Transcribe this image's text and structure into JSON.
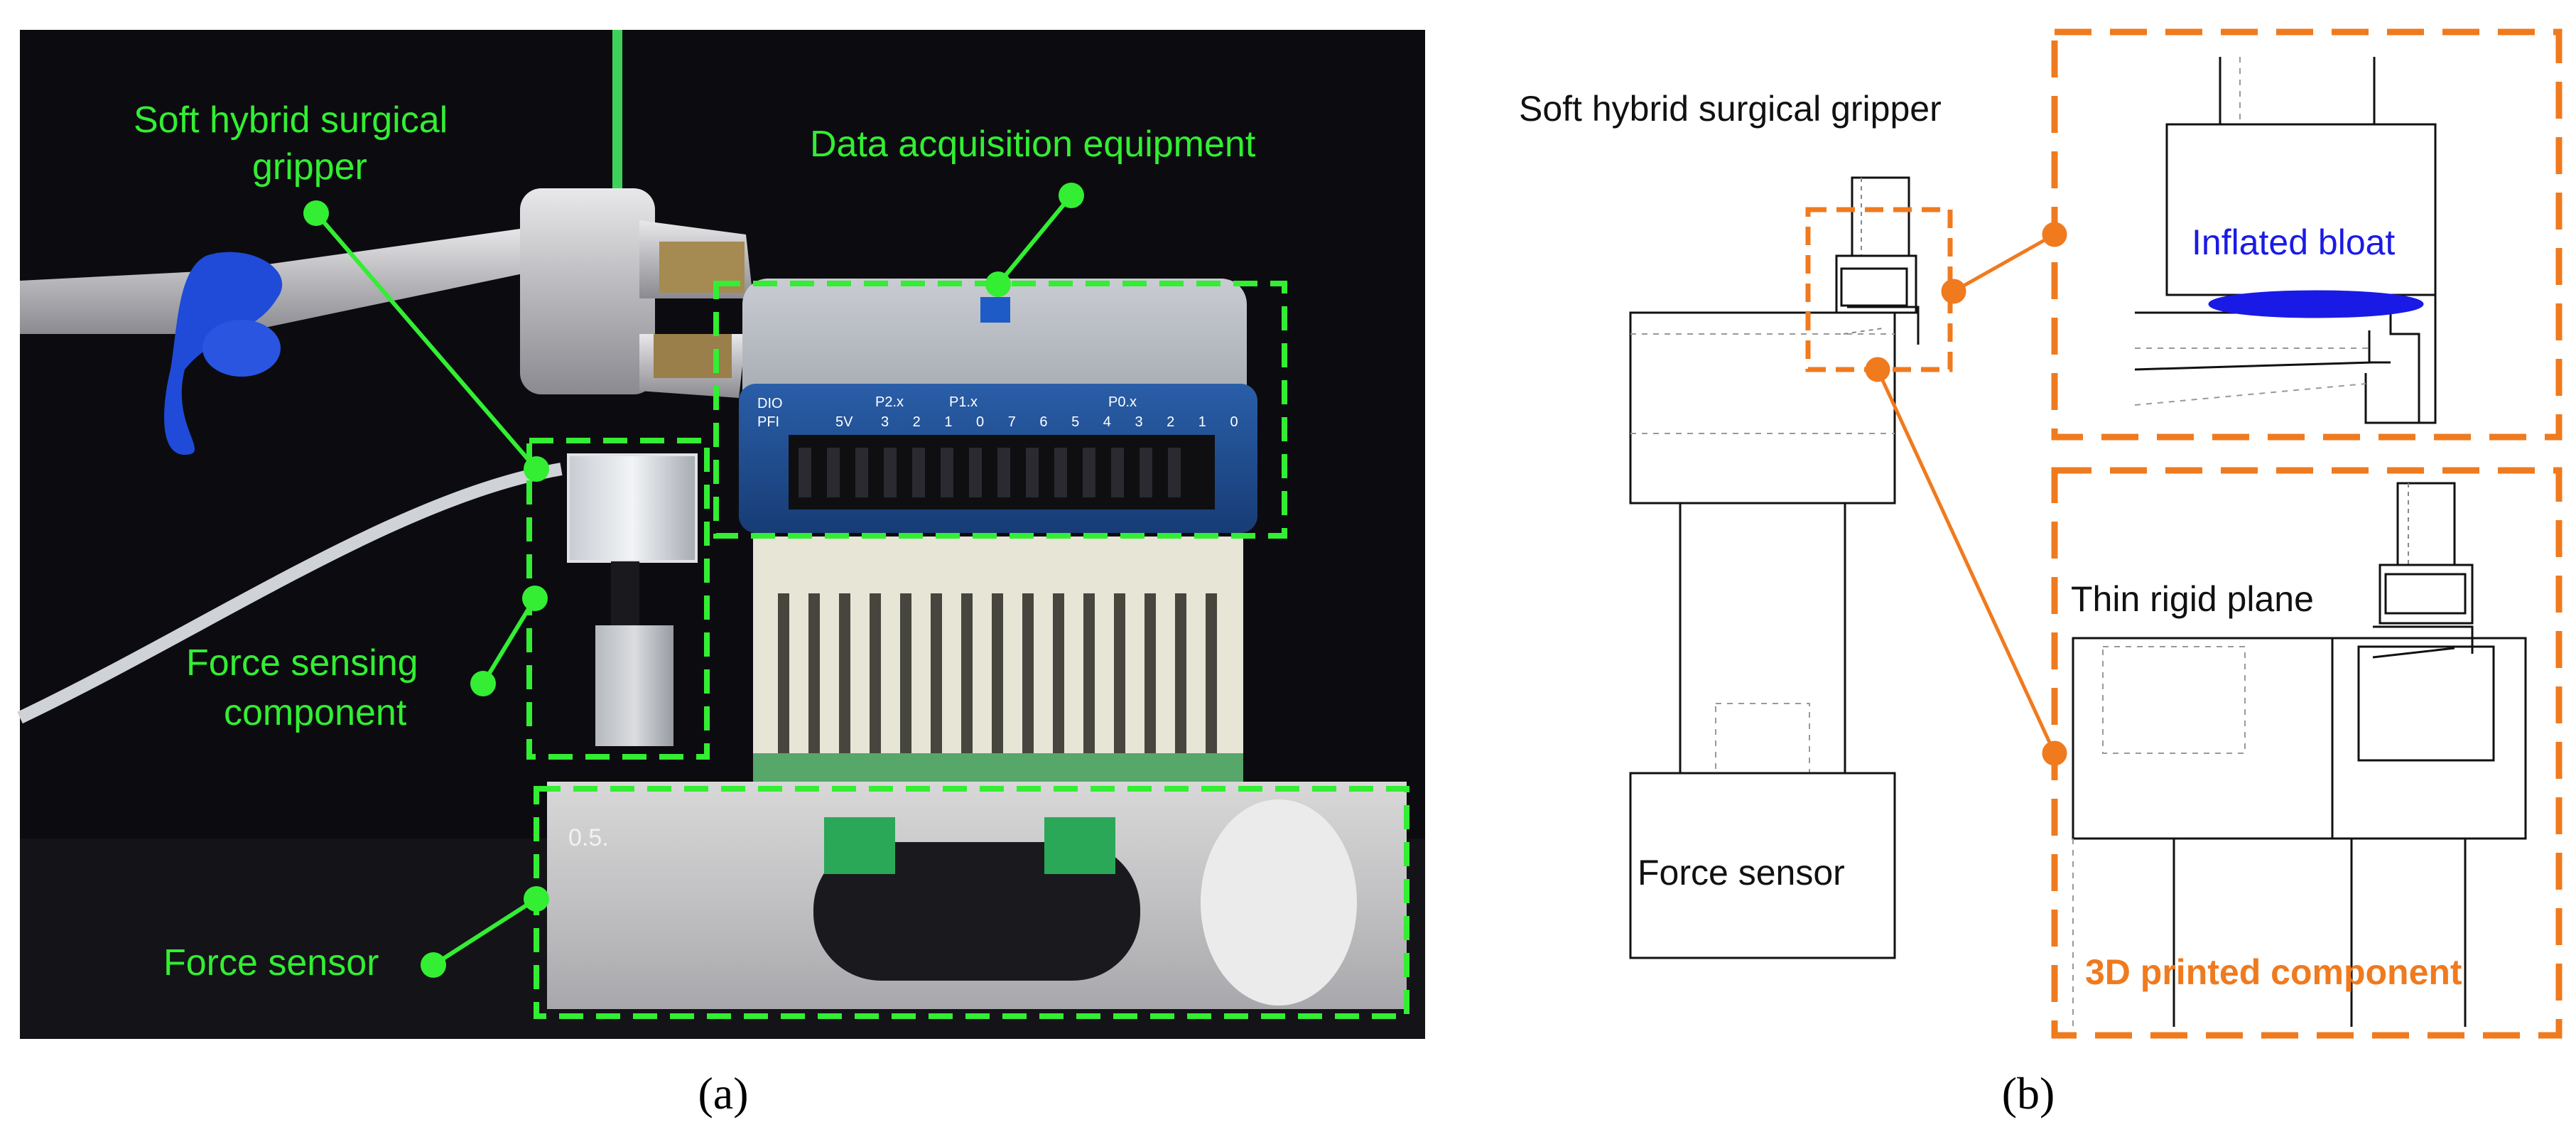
{
  "panel_a": {
    "label": "(a)",
    "callouts": {
      "gripper_line1": "Soft hybrid surgical",
      "gripper_line2": "gripper",
      "daq": "Data acquisition equipment",
      "force_sensing_line1": "Force sensing",
      "force_sensing_line2": "component",
      "force_sensor": "Force sensor"
    },
    "photo_marks": {
      "daq_header_left": "DIO",
      "daq_header_pfi": "PFI",
      "daq_p2": "P2.x",
      "daq_p1": "P1.x",
      "daq_p0": "P0.x",
      "daq_5v": "5V",
      "daq_pin_numbers": "3 2 1 0 7 6 5 4 3 2 1 0",
      "sensor_marking": "0.5."
    }
  },
  "panel_b": {
    "label": "(b)",
    "labels": {
      "gripper": "Soft hybrid surgical gripper",
      "force_sensor": "Force sensor",
      "inflated_bloat": "Inflated bloat",
      "thin_rigid_plane": "Thin rigid plane",
      "printed_component": "3D printed component"
    }
  },
  "colors": {
    "callout_green": "#33ee33",
    "callout_orange": "#f07a1e",
    "bloat_blue": "#1a1ae6",
    "photo_background": "#0c0c10"
  }
}
